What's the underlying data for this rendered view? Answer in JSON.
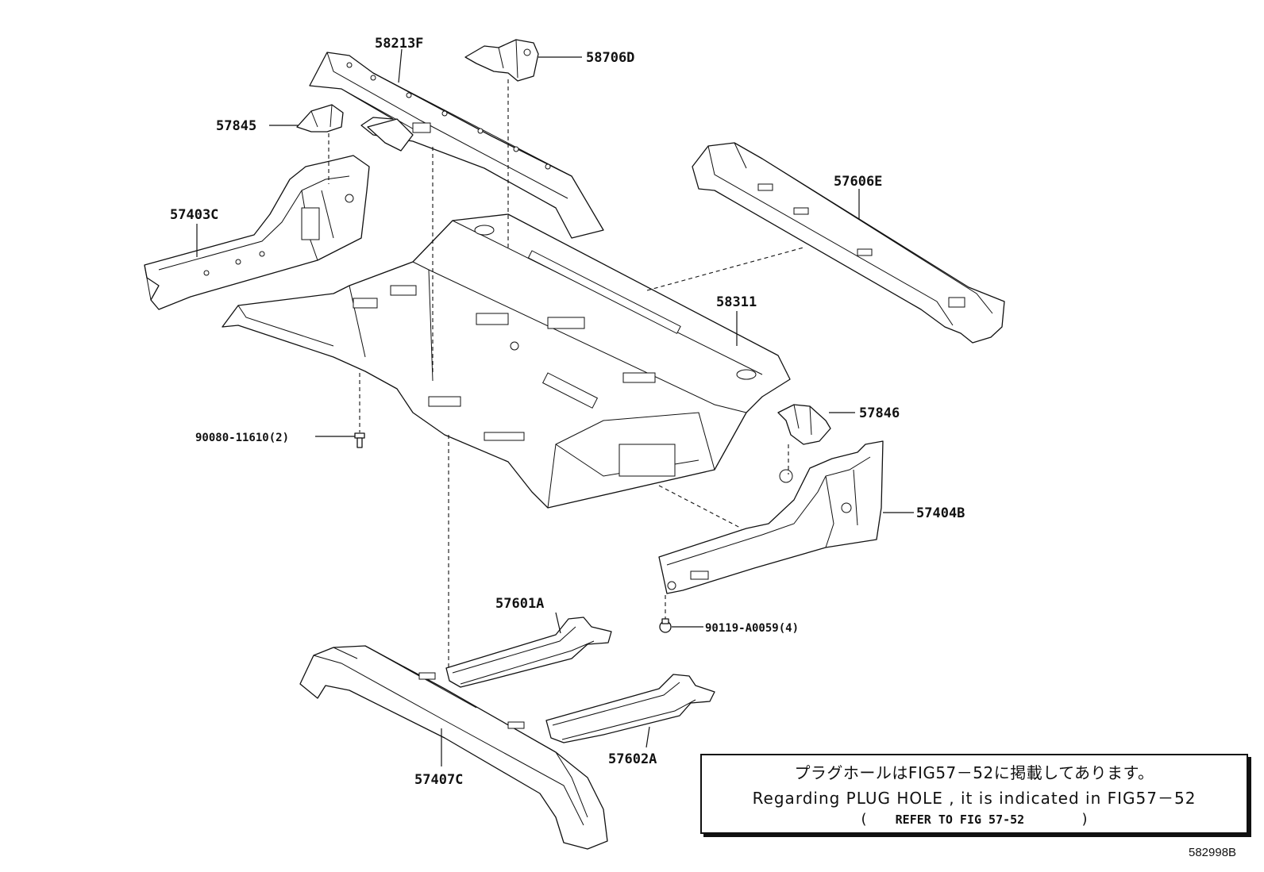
{
  "parts": {
    "p58213F": "58213F",
    "p58706D": "58706D",
    "p57845": "57845",
    "p57606E": "57606E",
    "p57403C": "57403C",
    "p58311": "58311",
    "p57846": "57846",
    "p90080": "90080-11610(2)",
    "p57404B": "57404B",
    "p90119": "90119-A0059(4)",
    "p57601A": "57601A",
    "p57602A": "57602A",
    "p57407C": "57407C"
  },
  "note": {
    "jp": "プラグホールはFIG57－52に掲載してあります。",
    "en": "Regarding  PLUG HOLE , it is indicated in FIG57－52",
    "ref_open": "(",
    "ref_text": "REFER TO FIG 57-52",
    "ref_close": ")"
  },
  "figure_id": "582998B"
}
